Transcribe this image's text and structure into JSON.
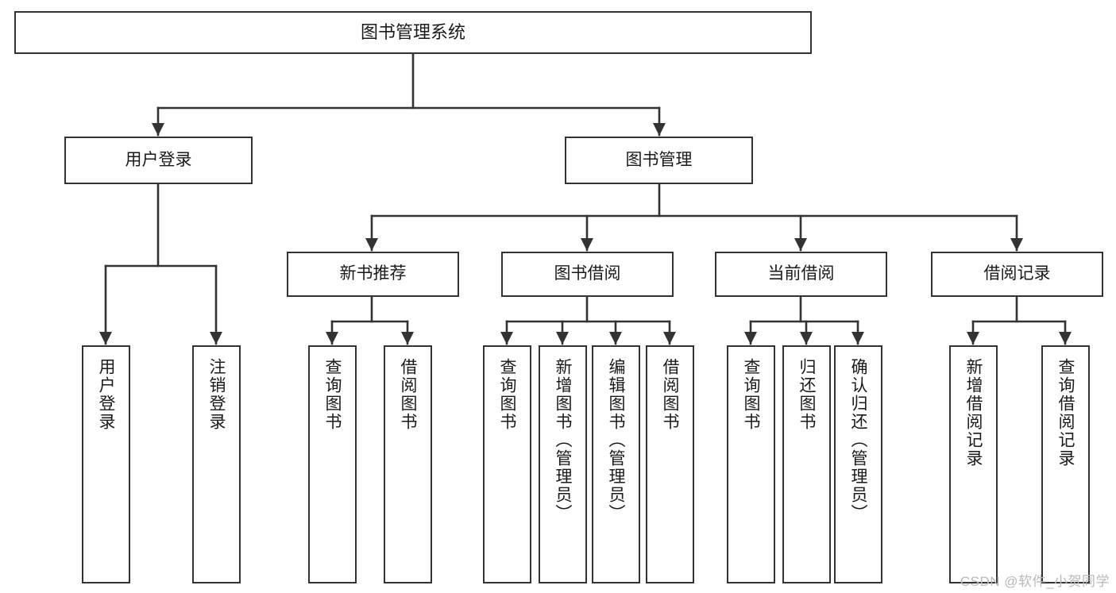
{
  "diagram": {
    "type": "tree-hierarchy-chart",
    "title": "图书管理系统",
    "stroke_color": "#333333",
    "fill_color": "#ffffff",
    "background": "#ffffff",
    "levels": 4,
    "nodes": {
      "root": {
        "label": "图书管理系统",
        "level": 0,
        "orientation": "horizontal"
      },
      "user_login": {
        "label": "用户登录",
        "level": 1,
        "orientation": "horizontal"
      },
      "book_manage": {
        "label": "图书管理",
        "level": 1,
        "orientation": "horizontal"
      },
      "new_book_rec": {
        "label": "新书推荐",
        "level": 2,
        "orientation": "horizontal"
      },
      "book_borrow": {
        "label": "图书借阅",
        "level": 2,
        "orientation": "horizontal"
      },
      "current_borrow": {
        "label": "当前借阅",
        "level": 2,
        "orientation": "horizontal"
      },
      "borrow_record": {
        "label": "借阅记录",
        "level": 2,
        "orientation": "horizontal"
      },
      "leaf_user_login": {
        "label": "用户登录",
        "level": 3,
        "orientation": "vertical"
      },
      "leaf_logout": {
        "label": "注销登录",
        "level": 3,
        "orientation": "vertical"
      },
      "leaf_query_book_1": {
        "label": "查询图书",
        "level": 3,
        "orientation": "vertical"
      },
      "leaf_borrow_book_1": {
        "label": "借阅图书",
        "level": 3,
        "orientation": "vertical"
      },
      "leaf_query_book_2": {
        "label": "查询图书",
        "level": 3,
        "orientation": "vertical"
      },
      "leaf_add_book": {
        "label": "新增图书（管理员）",
        "level": 3,
        "orientation": "vertical"
      },
      "leaf_edit_book": {
        "label": "编辑图书（管理员）",
        "level": 3,
        "orientation": "vertical"
      },
      "leaf_borrow_book_2": {
        "label": "借阅图书",
        "level": 3,
        "orientation": "vertical"
      },
      "leaf_query_book_3": {
        "label": "查询图书",
        "level": 3,
        "orientation": "vertical"
      },
      "leaf_return_book": {
        "label": "归还图书",
        "level": 3,
        "orientation": "vertical"
      },
      "leaf_confirm_return": {
        "label": "确认归还（管理员）",
        "level": 3,
        "orientation": "vertical"
      },
      "leaf_add_record": {
        "label": "新增借阅记录",
        "level": 3,
        "orientation": "vertical"
      },
      "leaf_query_record": {
        "label": "查询借阅记录",
        "level": 3,
        "orientation": "vertical"
      }
    },
    "edges": [
      {
        "from": "root",
        "to": "user_login"
      },
      {
        "from": "root",
        "to": "book_manage"
      },
      {
        "from": "user_login",
        "to": "leaf_user_login"
      },
      {
        "from": "user_login",
        "to": "leaf_logout"
      },
      {
        "from": "book_manage",
        "to": "new_book_rec"
      },
      {
        "from": "book_manage",
        "to": "book_borrow"
      },
      {
        "from": "book_manage",
        "to": "current_borrow"
      },
      {
        "from": "book_manage",
        "to": "borrow_record"
      },
      {
        "from": "new_book_rec",
        "to": "leaf_query_book_1"
      },
      {
        "from": "new_book_rec",
        "to": "leaf_borrow_book_1"
      },
      {
        "from": "book_borrow",
        "to": "leaf_query_book_2"
      },
      {
        "from": "book_borrow",
        "to": "leaf_add_book"
      },
      {
        "from": "book_borrow",
        "to": "leaf_edit_book"
      },
      {
        "from": "book_borrow",
        "to": "leaf_borrow_book_2"
      },
      {
        "from": "current_borrow",
        "to": "leaf_query_book_3"
      },
      {
        "from": "current_borrow",
        "to": "leaf_return_book"
      },
      {
        "from": "current_borrow",
        "to": "leaf_confirm_return"
      },
      {
        "from": "borrow_record",
        "to": "leaf_add_record"
      },
      {
        "from": "borrow_record",
        "to": "leaf_query_record"
      }
    ]
  },
  "watermark": {
    "text": "CSDN @软件_小贺同学"
  }
}
